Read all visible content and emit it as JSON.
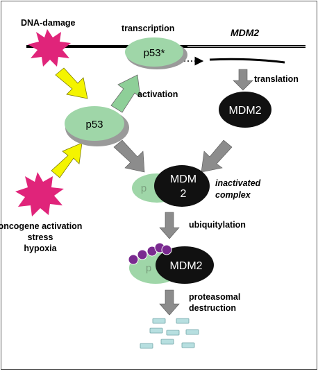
{
  "labels": {
    "dna_damage": "DNA-damage",
    "transcription": "transcription",
    "gene": "MDM2",
    "translation": "translation",
    "activation": "activation",
    "inactivated_line1": "inactivated",
    "inactivated_line2": "complex",
    "ubiquitylation": "ubiquitylation",
    "proteasomal_line1": "proteasomal",
    "proteasomal_line2": "destruction",
    "stress_line1": "oncogene activation",
    "stress_line2": "stress",
    "stress_line3": "hypoxia"
  },
  "nodes": {
    "p53_active": "p53*",
    "p53": "p53",
    "mdm2_protein": "MDM2",
    "complex_p": "p",
    "complex_mdm_line1": "MDM",
    "complex_mdm_line2": "2",
    "ub_p": "p",
    "ub_mdm2": "MDM2"
  },
  "colors": {
    "p53_fill": "#9fd6a8",
    "shadow": "#9a9a9a",
    "mdm2_fill": "#111111",
    "burst": "#e0247a",
    "yellow_arrow": "#f4f400",
    "gray_arrow": "#8c8c8c",
    "activation_arrow": "#8ecf98",
    "ubiquitin": "#7a2a90",
    "fragments": "#b7dfe0"
  }
}
